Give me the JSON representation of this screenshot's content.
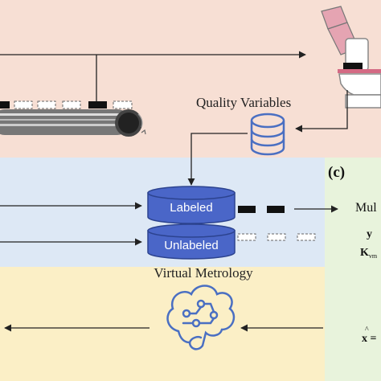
{
  "labels": {
    "quality_variables": "Quality Variables",
    "labeled": "Labeled",
    "unlabeled": "Unlabeled",
    "virtual_metrology": "Virtual Metrology",
    "panel_c": "(c)",
    "mul_partial": "Mul",
    "y_partial": "y",
    "k_partial": "K",
    "k_subscript": "vm",
    "x_hat_partial": "x ="
  },
  "colors": {
    "panel_top": "#f7dfd4",
    "panel_middle": "#dde8f5",
    "panel_bottom": "#fbefc6",
    "panel_right": "#e8f3dc",
    "cylinder_blue": "#4a66c8",
    "cylinder_dark": "#2c438f",
    "icon_blue": "#4a6fc2",
    "microscope_pink": "#e5a4b2",
    "line": "#222222"
  },
  "icons": {
    "conveyor": "conveyor-belt-icon",
    "database": "database-icon",
    "microscope": "microscope-icon",
    "brain": "brain-circuit-icon"
  }
}
